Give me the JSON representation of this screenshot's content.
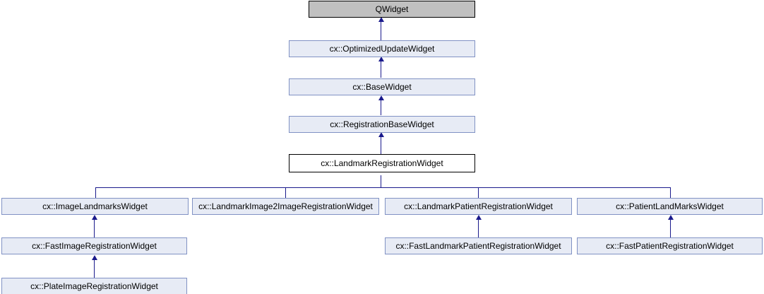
{
  "diagram": {
    "title": "Class inheritance diagram",
    "colors": {
      "root_fill": "#c0c0c0",
      "node_fill": "#e7ebf5",
      "node_border": "#8192c4",
      "current_fill": "#ffffff",
      "current_border": "#000000",
      "edge": "#1a1a8c",
      "background": "#ffffff"
    },
    "nodes": [
      {
        "id": "qwidget",
        "label": "QWidget",
        "style": "root"
      },
      {
        "id": "optimized-update-widget",
        "label": "cx::OptimizedUpdateWidget",
        "style": "normal"
      },
      {
        "id": "base-widget",
        "label": "cx::BaseWidget",
        "style": "normal"
      },
      {
        "id": "registration-base-widget",
        "label": "cx::RegistrationBaseWidget",
        "style": "normal"
      },
      {
        "id": "landmark-registration-widget",
        "label": "cx::LandmarkRegistrationWidget",
        "style": "current"
      },
      {
        "id": "image-landmarks-widget",
        "label": "cx::ImageLandmarksWidget",
        "style": "normal"
      },
      {
        "id": "landmark-image2image-registration-widget",
        "label": "cx::LandmarkImage2ImageRegistrationWidget",
        "style": "normal"
      },
      {
        "id": "landmark-patient-registration-widget",
        "label": "cx::LandmarkPatientRegistrationWidget",
        "style": "normal"
      },
      {
        "id": "patient-landmarks-widget",
        "label": "cx::PatientLandMarksWidget",
        "style": "normal"
      },
      {
        "id": "fast-image-registration-widget",
        "label": "cx::FastImageRegistrationWidget",
        "style": "normal"
      },
      {
        "id": "fast-landmark-patient-registration-widget",
        "label": "cx::FastLandmarkPatientRegistrationWidget",
        "style": "normal"
      },
      {
        "id": "fast-patient-registration-widget",
        "label": "cx::FastPatientRegistrationWidget",
        "style": "normal"
      },
      {
        "id": "plate-image-registration-widget",
        "label": "cx::PlateImageRegistrationWidget",
        "style": "normal"
      }
    ],
    "edges": [
      {
        "from": "optimized-update-widget",
        "to": "qwidget"
      },
      {
        "from": "base-widget",
        "to": "optimized-update-widget"
      },
      {
        "from": "registration-base-widget",
        "to": "base-widget"
      },
      {
        "from": "landmark-registration-widget",
        "to": "registration-base-widget"
      },
      {
        "from": "image-landmarks-widget",
        "to": "landmark-registration-widget"
      },
      {
        "from": "landmark-image2image-registration-widget",
        "to": "landmark-registration-widget"
      },
      {
        "from": "landmark-patient-registration-widget",
        "to": "landmark-registration-widget"
      },
      {
        "from": "patient-landmarks-widget",
        "to": "landmark-registration-widget"
      },
      {
        "from": "fast-image-registration-widget",
        "to": "image-landmarks-widget"
      },
      {
        "from": "fast-landmark-patient-registration-widget",
        "to": "landmark-patient-registration-widget"
      },
      {
        "from": "fast-patient-registration-widget",
        "to": "patient-landmarks-widget"
      },
      {
        "from": "plate-image-registration-widget",
        "to": "fast-image-registration-widget"
      }
    ]
  }
}
